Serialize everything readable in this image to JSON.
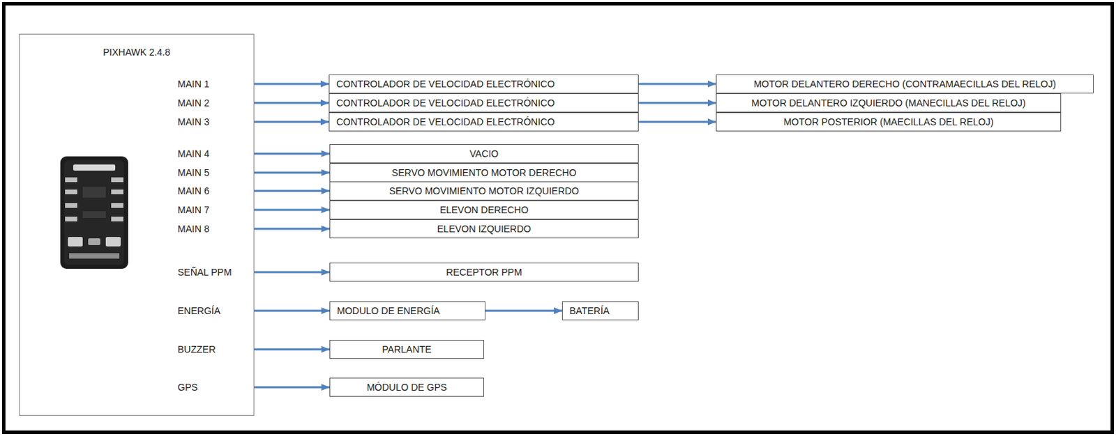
{
  "diagram": {
    "nodes": [
      {
        "text": [
          "PIXHAWK 2.4.8"
        ]
      },
      {
        "text": [
          "CONTROLADOR DE VELOCIDAD ELECTRÓNICO"
        ]
      },
      {
        "text": [
          "MOTOR DELANTERO DERECHO (CONTRAMAECILLAS DEL RELOJ)"
        ]
      },
      {
        "text": [
          "CONTROLADOR DE VELOCIDAD ELECTRÓNICO"
        ]
      },
      {
        "text": [
          "MOTOR DELANTERO IZQUIERDO (MANECILLAS DEL RELOJ)"
        ]
      },
      {
        "text": [
          "CONTROLADOR DE VELOCIDAD ELECTRÓNICO"
        ]
      },
      {
        "text": [
          "MOTOR POSTERIOR (MAECILLAS DEL RELOJ)"
        ]
      },
      {
        "text": [
          "VACIO"
        ]
      },
      {
        "text": [
          "SERVO MOVIMIENTO MOTOR DERECHO"
        ]
      },
      {
        "text": [
          "SERVO MOVIMIENTO MOTOR IZQUIERDO"
        ]
      },
      {
        "text": [
          "ELEVON DERECHO"
        ]
      },
      {
        "text": [
          "ELEVON IZQUIERDO"
        ]
      },
      {
        "text": [
          "RECEPTOR PPM"
        ]
      },
      {
        "text": [
          "MODULO DE ENERGÍA"
        ]
      },
      {
        "text": [
          "BATERÍA"
        ]
      },
      {
        "text": [
          "PARLANTE"
        ]
      },
      {
        "text": [
          "MÓDULO DE GPS"
        ]
      }
    ],
    "edges": [
      {
        "from": 0,
        "to": 1,
        "arrow": "to"
      },
      {
        "from": 1,
        "to": 2,
        "arrow": "to"
      },
      {
        "from": 0,
        "to": 3,
        "arrow": "to"
      },
      {
        "from": 3,
        "to": 4,
        "arrow": "to"
      },
      {
        "from": 0,
        "to": 5,
        "arrow": "to"
      },
      {
        "from": 5,
        "to": 6,
        "arrow": "to"
      },
      {
        "from": 0,
        "to": 7,
        "arrow": "to"
      },
      {
        "from": 0,
        "to": 8,
        "arrow": "to"
      },
      {
        "from": 0,
        "to": 9,
        "arrow": "to"
      },
      {
        "from": 0,
        "to": 10,
        "arrow": "to"
      },
      {
        "from": 0,
        "to": 11,
        "arrow": "to"
      },
      {
        "from": 0,
        "to": 12,
        "arrow": "to"
      },
      {
        "from": 0,
        "to": 13,
        "arrow": "to"
      },
      {
        "from": 13,
        "to": 14,
        "arrow": "to"
      },
      {
        "from": 0,
        "to": 15,
        "arrow": "to"
      },
      {
        "from": 0,
        "to": 16,
        "arrow": "to"
      }
    ],
    "labels": [
      "MAIN 1",
      "MAIN 2",
      "MAIN 3",
      "MAIN 4",
      "MAIN 5",
      "MAIN 6",
      "MAIN 7",
      "MAIN 8",
      "SEÑAL PPM",
      "ENERGÍA",
      "BUZZER",
      "GPS"
    ]
  }
}
